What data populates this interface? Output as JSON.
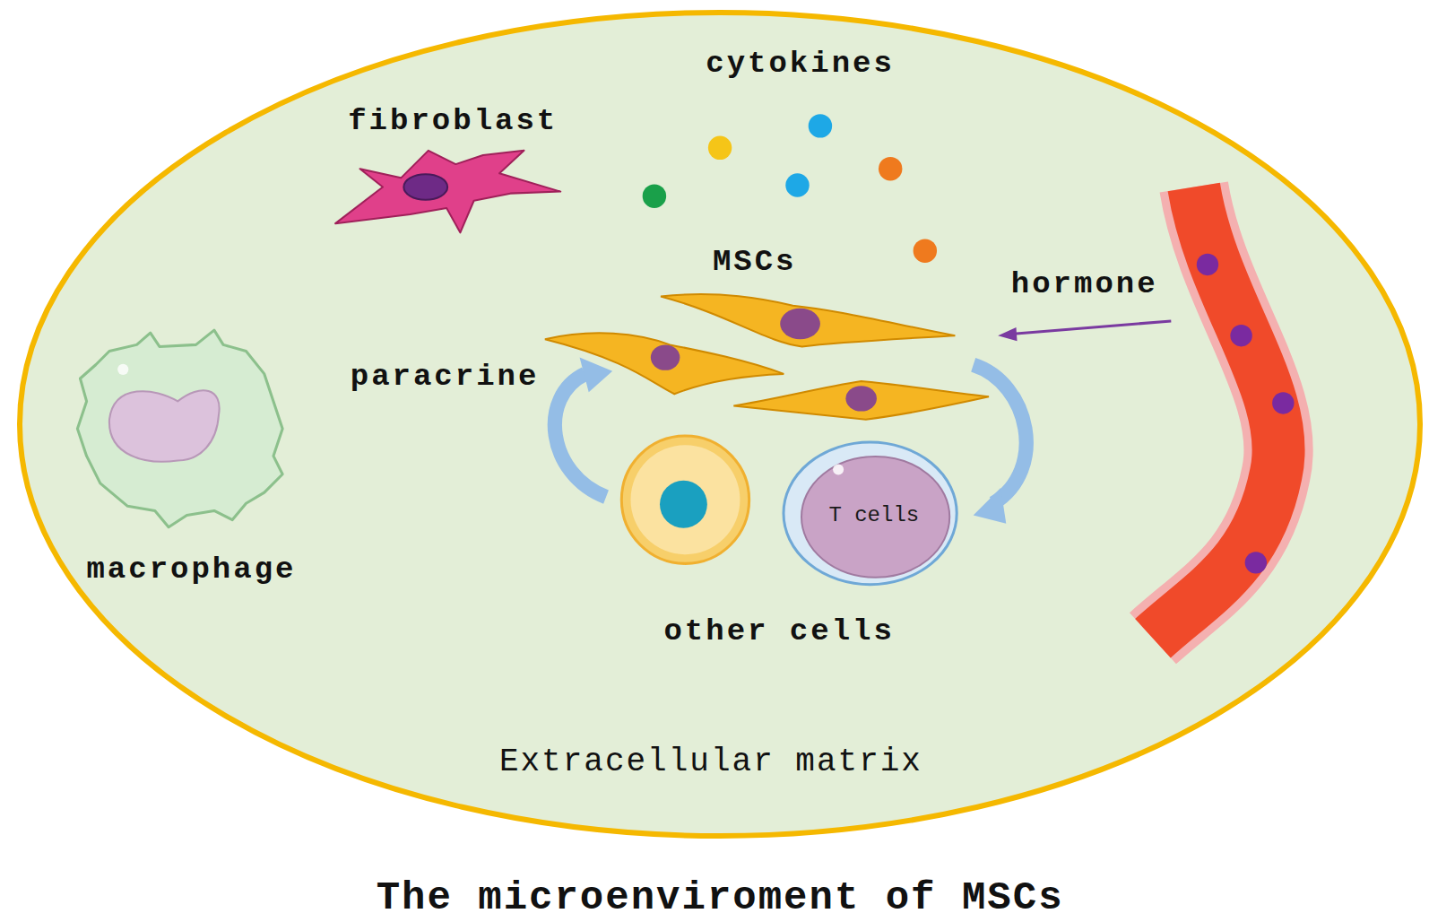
{
  "diagram": {
    "caption": "The microenviroment of MSCs",
    "nodes": [
      {
        "text": [
          "Extracellular matrix"
        ]
      },
      {
        "text": [
          "T cells"
        ],
        "in": 0
      }
    ],
    "labels": [
      "cytokines",
      "fibroblast",
      "MSCs",
      "hormone",
      "paracrine",
      "macrophage",
      "other cells"
    ]
  }
}
